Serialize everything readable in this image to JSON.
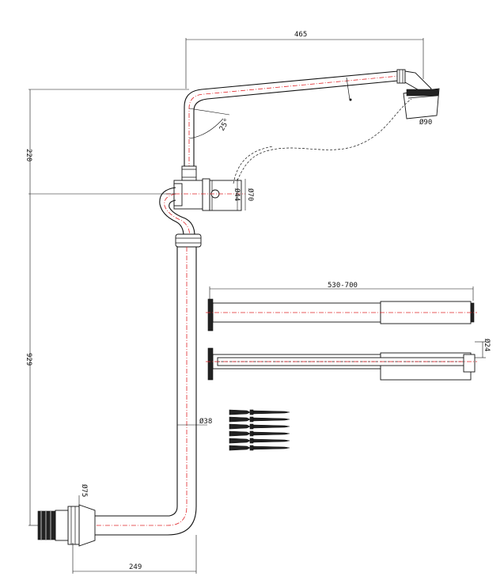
{
  "accent_color": "#e0262a",
  "dimensions": {
    "arm_length": "465",
    "head_diameter": "Ø90",
    "vertical_upper": "220",
    "vertical_lower": "929",
    "angle": "25°",
    "valve_d1": "Ø44",
    "valve_d2": "Ø70",
    "pipe_diameter": "Ø38",
    "inlet_diameter": "Ø75",
    "bottom_offset": "249",
    "rail_length": "530-700",
    "rail_depth": "Ø24"
  }
}
